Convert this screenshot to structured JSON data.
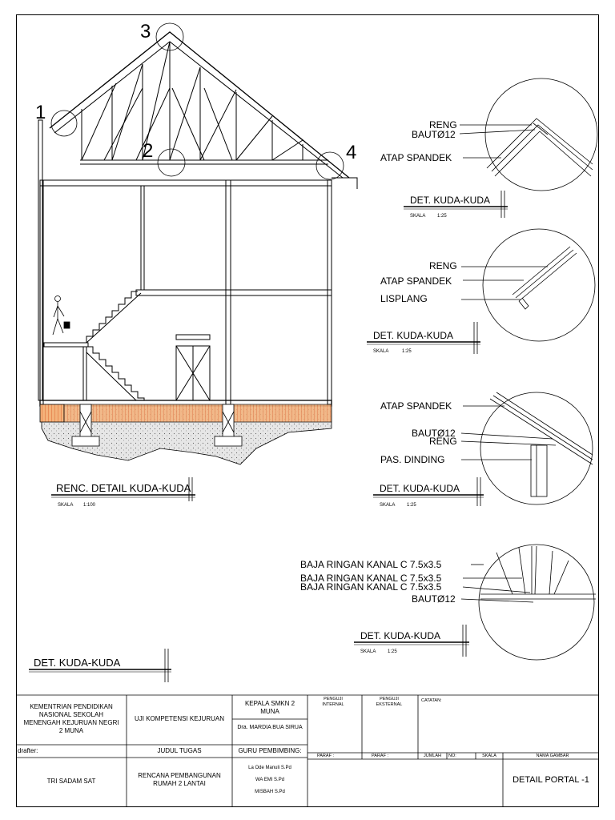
{
  "markers": {
    "m1": "1",
    "m2": "2",
    "m3": "3",
    "m4": "4"
  },
  "main_section": {
    "title": "RENC. DETAIL KUDA-KUDA",
    "scale_label": "SKALA",
    "scale_value": "1:100"
  },
  "bottom_title": "DET.  KUDA-KUDA",
  "detail1": {
    "labels": [
      "RENG",
      "BAUTØ12",
      "ATAP SPANDEK"
    ],
    "title": "DET. KUDA-KUDA",
    "scale_label": "SKALA",
    "scale_value": "1:25"
  },
  "detail2": {
    "labels": [
      "RENG",
      "ATAP SPANDEK",
      "LISPLANG"
    ],
    "title": "DET. KUDA-KUDA",
    "scale_label": "SKALA",
    "scale_value": "1:25"
  },
  "detail3": {
    "labels": [
      "ATAP SPANDEK",
      "BAUTØ12",
      "RENG",
      "PAS. DINDING"
    ],
    "title": "DET. KUDA-KUDA",
    "scale_label": "SKALA",
    "scale_value": "1:25"
  },
  "detail4": {
    "labels": [
      "BAJA RINGAN KANAL C 7.5x3.5",
      "BAJA RINGAN KANAL C 7.5x3.5",
      "BAJA RINGAN KANAL C 7.5x3.5",
      "BAUTØ12"
    ],
    "title": "DET. KUDA-KUDA",
    "scale_label": "SKALA",
    "scale_value": "1:25"
  },
  "title_block": {
    "institution": "KEMENTRIAN PENDIDIKAN NASIONAL SEKOLAH MENENGAH KEJURUAN NEGRI 2 MUNA",
    "exam": "UJI KOMPETENSI KEJURUAN",
    "head_title": "KEPALA SMKN 2 MUNA",
    "head_name": "Dra. MARDIA BUA SIRUA",
    "penguji_internal": "PENGUJI INTERNAL",
    "penguji_eksternal": "PENGUJI EKSTERNAL",
    "catatan": "CATATAN:",
    "drafter_label": "drafter:",
    "judul_label": "JUDUL TUGAS",
    "guru_label": "GURU PEMBIMBING:",
    "paraf1": "PARAF :",
    "paraf2": "PARAF :",
    "jumlah": "JUMLAH",
    "no": "NO:",
    "skala": "SKALA",
    "nama_gambar": "NAMA GAMBAR",
    "drafter_name": "TRI SADAM SAT",
    "project": "RENCANA PEMBANGUNAN RUMAH 2 LANTAI",
    "guru1": "La Ode Manuli S.Pd",
    "guru2": "WA EMI S.Pd",
    "guru3": "MISBAH S.Pd",
    "drawing_name": "DETAIL PORTAL -1"
  }
}
